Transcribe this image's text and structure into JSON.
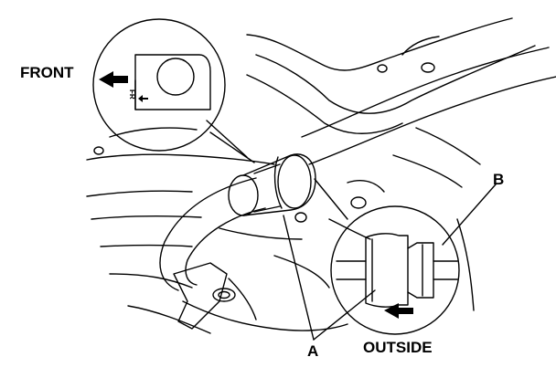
{
  "labels": {
    "front": "FRONT",
    "fr_mark": "FR",
    "outside": "OUTSIDE",
    "callout_a": "A",
    "callout_b": "B"
  },
  "icons": {
    "front_arrow": "arrow-left-icon",
    "outside_arrow": "arrow-left-icon"
  },
  "colors": {
    "line": "#000000",
    "background": "#ffffff"
  }
}
